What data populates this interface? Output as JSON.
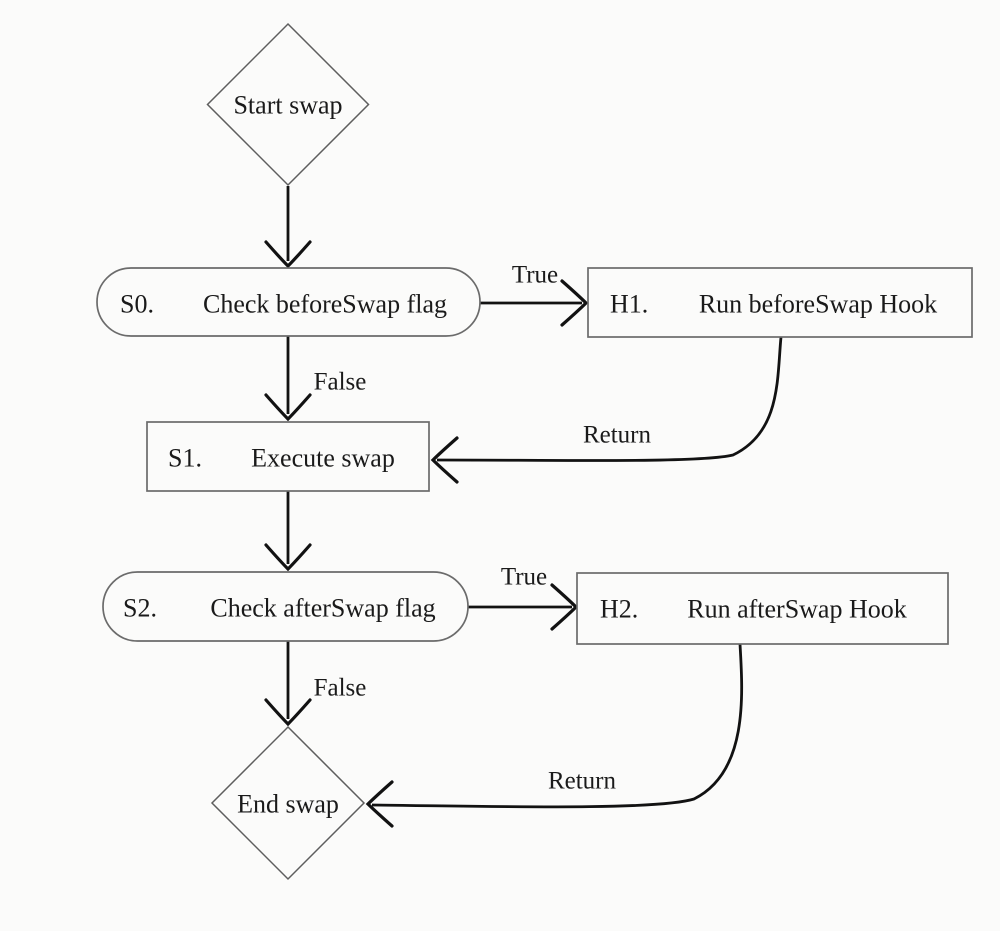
{
  "diagram": {
    "type": "flowchart",
    "background": "#fbfbfa",
    "colors": {
      "edge_stroke": "#121212",
      "node_border": "#6b6b6b",
      "text": "#1a1a1a"
    },
    "nodes": [
      {
        "id": "start",
        "shape": "diamond",
        "label": "Start swap"
      },
      {
        "id": "S0",
        "shape": "stadium",
        "tag": "S0.",
        "label": "Check beforeSwap flag"
      },
      {
        "id": "H1",
        "shape": "rect",
        "tag": "H1.",
        "label": "Run beforeSwap Hook"
      },
      {
        "id": "S1",
        "shape": "rect",
        "tag": "S1.",
        "label": "Execute swap"
      },
      {
        "id": "S2",
        "shape": "stadium",
        "tag": "S2.",
        "label": "Check afterSwap flag"
      },
      {
        "id": "H2",
        "shape": "rect",
        "tag": "H2.",
        "label": "Run afterSwap Hook"
      },
      {
        "id": "end",
        "shape": "diamond",
        "label": "End swap"
      }
    ],
    "edges": [
      {
        "from": "start",
        "to": "S0"
      },
      {
        "from": "S0",
        "to": "H1",
        "label": "True"
      },
      {
        "from": "S0",
        "to": "S1",
        "label": "False"
      },
      {
        "from": "H1",
        "to": "S1",
        "label": "Return"
      },
      {
        "from": "S1",
        "to": "S2"
      },
      {
        "from": "S2",
        "to": "H2",
        "label": "True"
      },
      {
        "from": "S2",
        "to": "end",
        "label": "False"
      },
      {
        "from": "H2",
        "to": "end",
        "label": "Return"
      }
    ]
  }
}
